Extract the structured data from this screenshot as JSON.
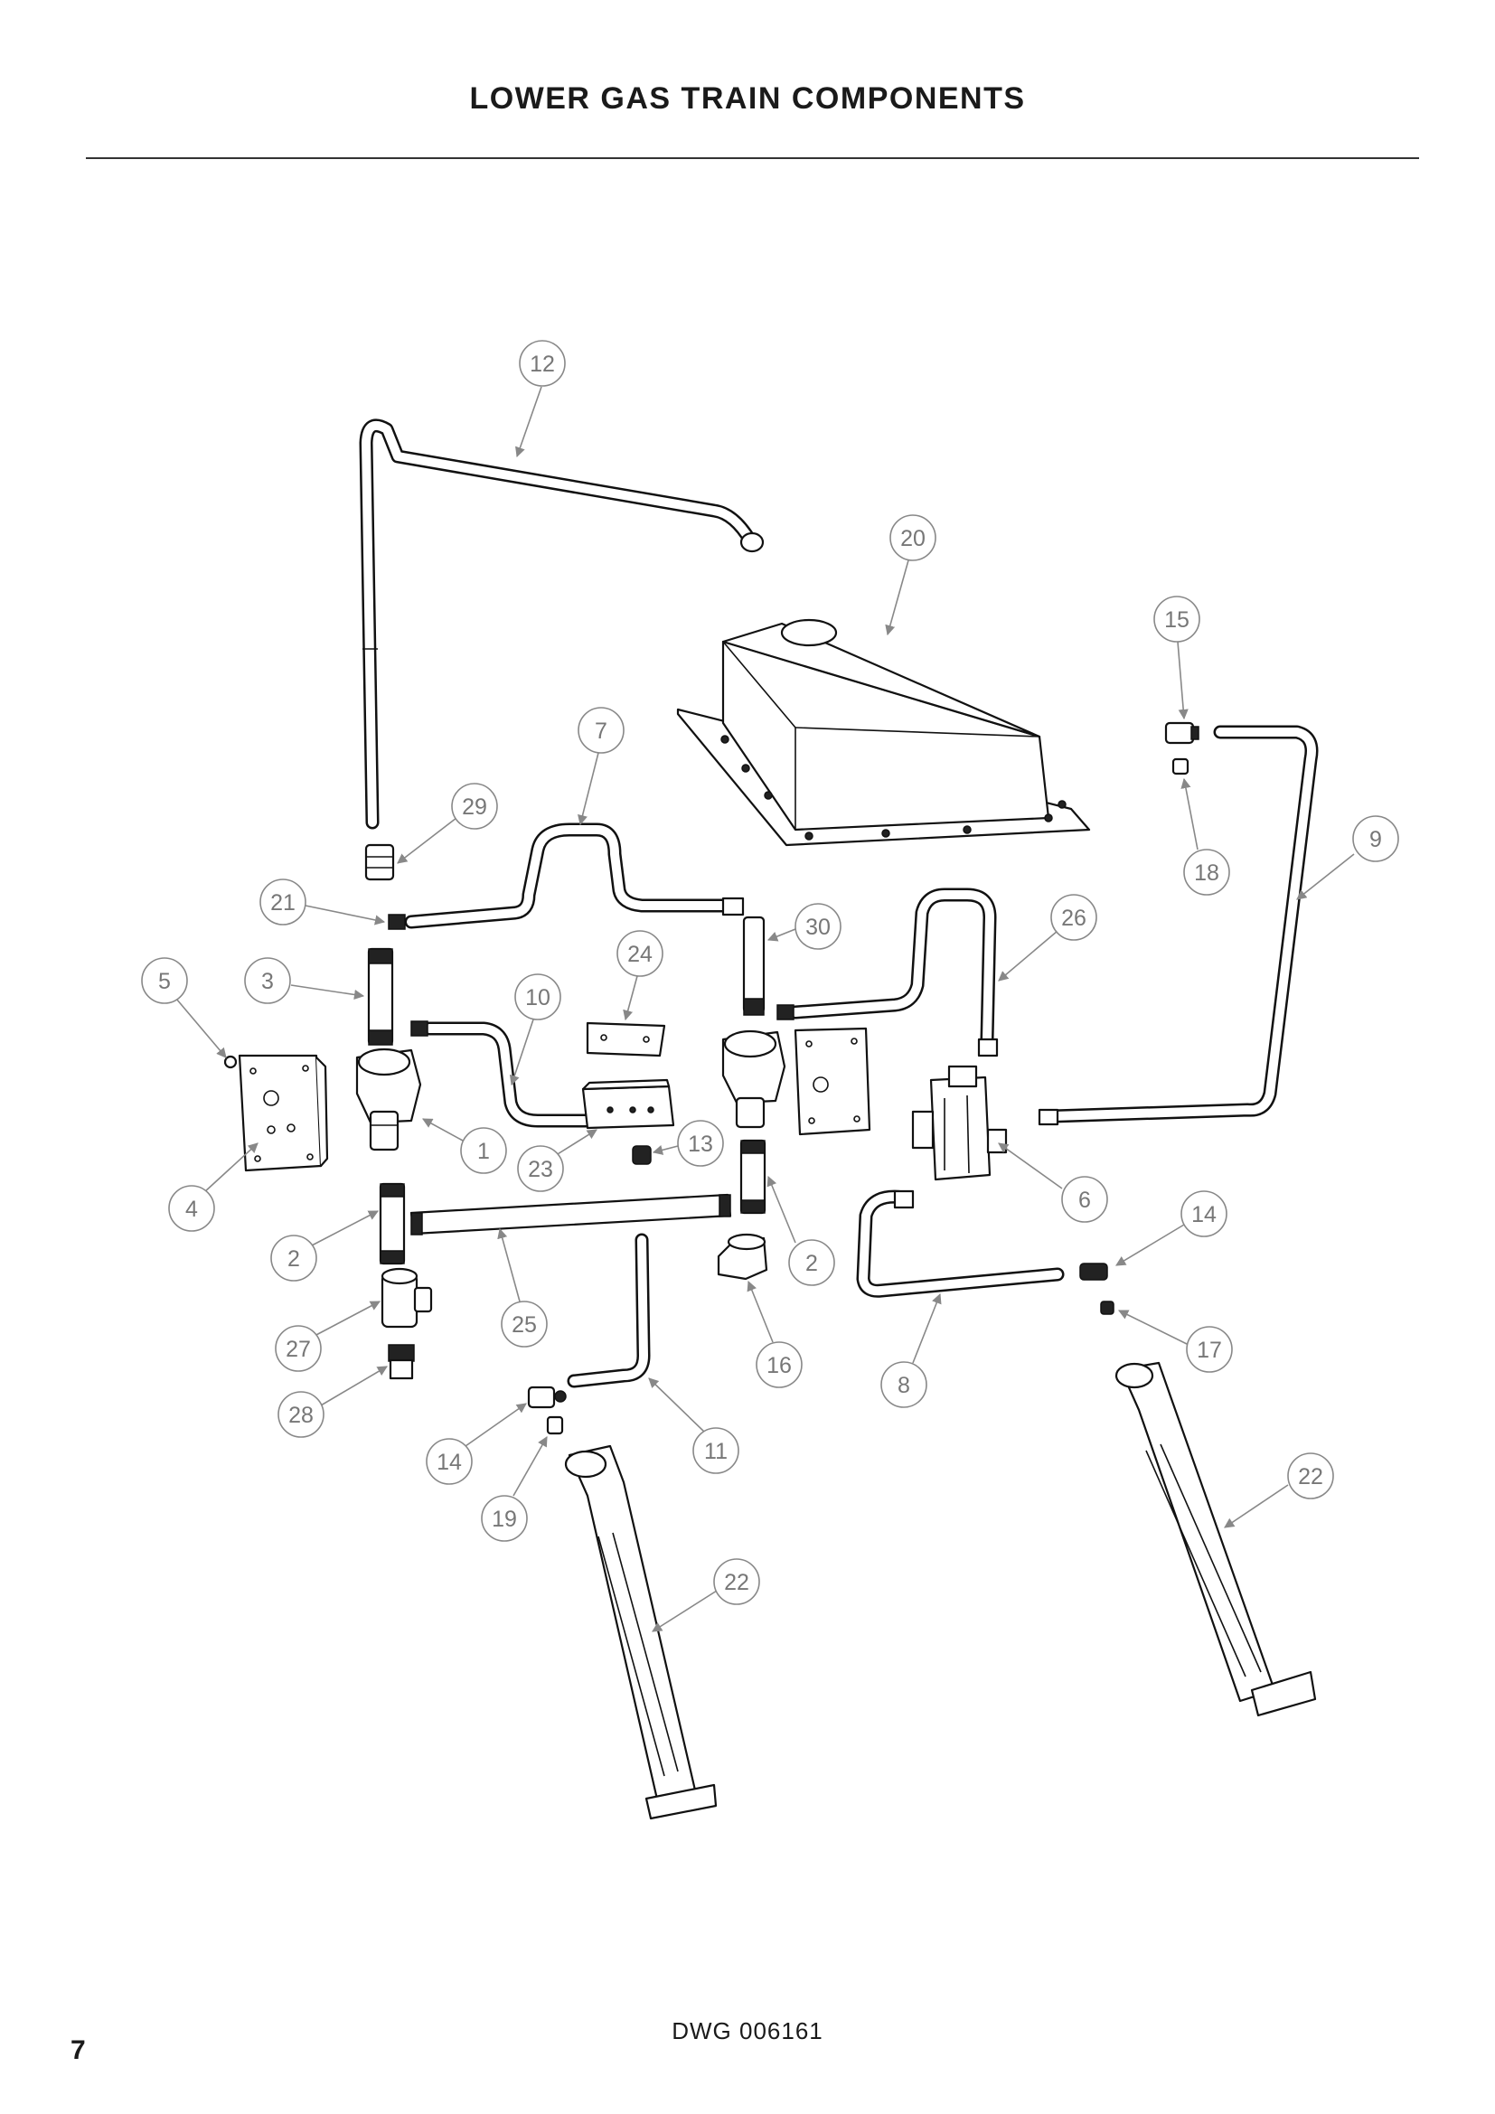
{
  "header": {
    "title": "LOWER GAS TRAIN COMPONENTS"
  },
  "footer": {
    "drawing_number": "DWG 006161",
    "page_number": "7"
  },
  "callouts": [
    "12",
    "20",
    "15",
    "7",
    "29",
    "18",
    "9",
    "21",
    "30",
    "26",
    "5",
    "3",
    "24",
    "10",
    "1",
    "13",
    "23",
    "4",
    "6",
    "14",
    "2",
    "25",
    "2",
    "27",
    "16",
    "17",
    "8",
    "28",
    "11",
    "14",
    "19",
    "22",
    "22"
  ]
}
